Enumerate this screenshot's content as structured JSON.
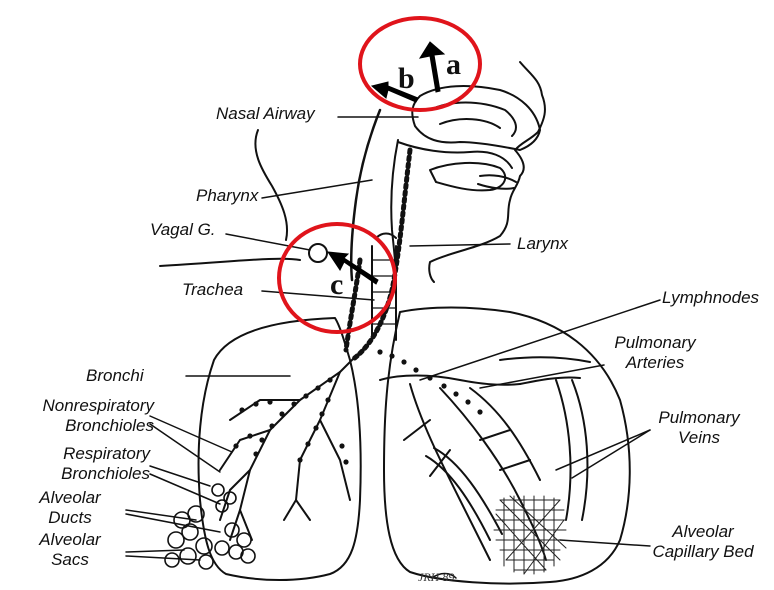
{
  "labels": {
    "nasal_airway": "Nasal Airway",
    "pharynx": "Pharynx",
    "vagal": "Vagal G.",
    "larynx": "Larynx",
    "trachea": "Trachea",
    "lymphnodes": "Lymphnodes",
    "bronchi": "Bronchi",
    "pulmonary_arteries_1": "Pulmonary",
    "pulmonary_arteries_2": "Arteries",
    "nonresp_1": "Nonrespiratory",
    "nonresp_2": "Bronchioles",
    "pulmonary_veins_1": "Pulmonary",
    "pulmonary_veins_2": "Veins",
    "resp_1": "Respiratory",
    "resp_2": "Bronchioles",
    "alv_ducts_1": "Alveolar",
    "alv_ducts_2": "Ducts",
    "alv_sacs_1": "Alveolar",
    "alv_sacs_2": "Sacs",
    "alv_cap_1": "Alveolar",
    "alv_cap_2": "Capillary Bed"
  },
  "markers": {
    "a": "a",
    "b": "b",
    "c": "c"
  },
  "artist_signature": "JRH 89",
  "colors": {
    "highlight": "#e0141b",
    "ink": "#111111"
  }
}
